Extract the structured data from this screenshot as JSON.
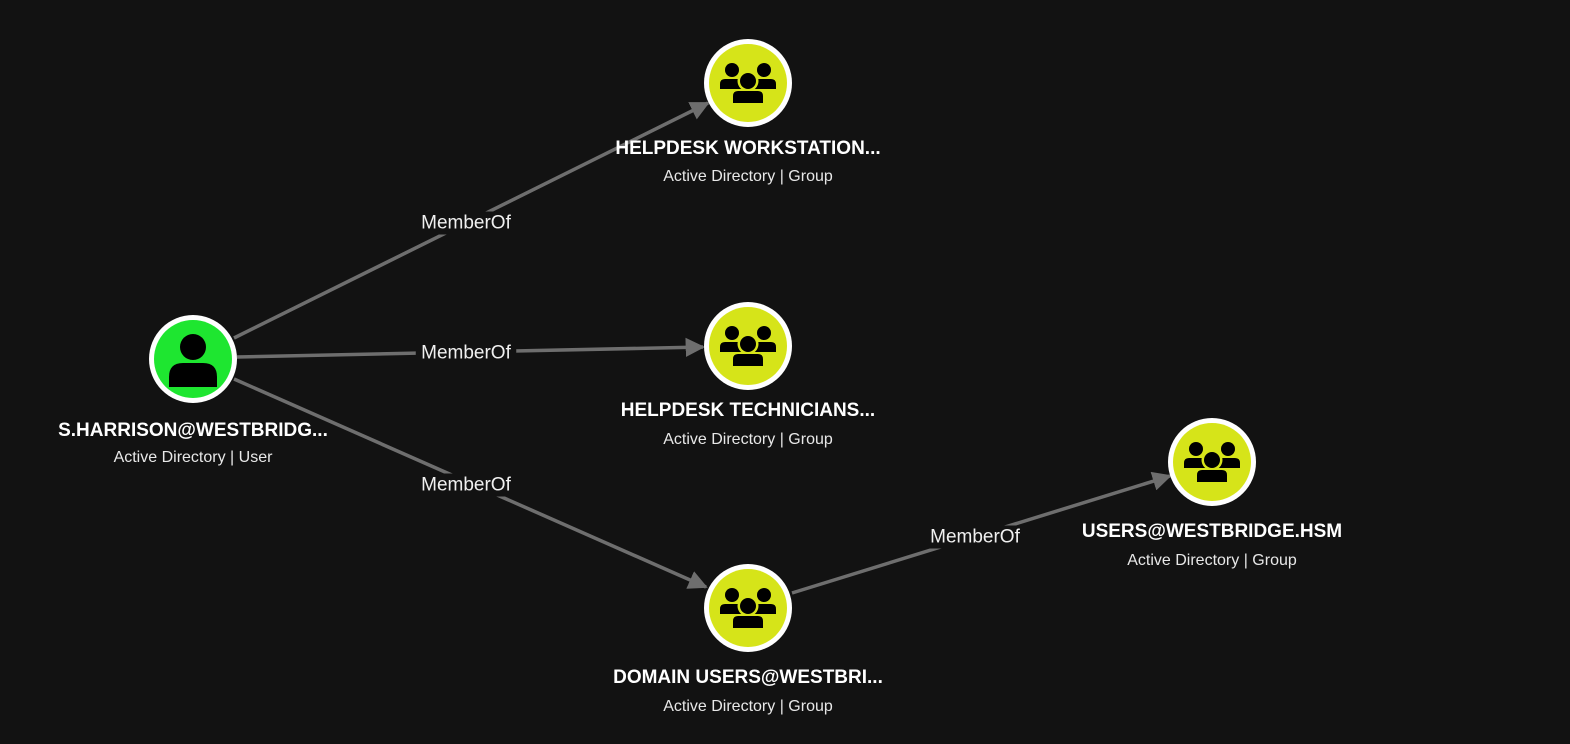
{
  "graph": {
    "colors": {
      "background": "#121212",
      "edge": "#6e6e6e",
      "user_node": "#1ee630",
      "group_node": "#d6e419",
      "icon": "#000000",
      "ring": "#ffffff"
    },
    "nodes": [
      {
        "id": "user",
        "kind": "user",
        "icon": "user-icon",
        "name": "S.HARRISON@WESTBRIDG...",
        "subtitle": "Active Directory | User"
      },
      {
        "id": "g1",
        "kind": "group",
        "icon": "group-icon",
        "name": "HELPDESK WORKSTATION...",
        "subtitle": "Active Directory | Group"
      },
      {
        "id": "g2",
        "kind": "group",
        "icon": "group-icon",
        "name": "HELPDESK TECHNICIANS...",
        "subtitle": "Active Directory | Group"
      },
      {
        "id": "g3",
        "kind": "group",
        "icon": "group-icon",
        "name": "DOMAIN USERS@WESTBRI...",
        "subtitle": "Active Directory | Group"
      },
      {
        "id": "g4",
        "kind": "group",
        "icon": "group-icon",
        "name": "USERS@WESTBRIDGE.HSM",
        "subtitle": "Active Directory | Group"
      }
    ],
    "edges": [
      {
        "id": "e1",
        "from": "user",
        "to": "g1",
        "label": "MemberOf"
      },
      {
        "id": "e2",
        "from": "user",
        "to": "g2",
        "label": "MemberOf"
      },
      {
        "id": "e3",
        "from": "user",
        "to": "g3",
        "label": "MemberOf"
      },
      {
        "id": "e4",
        "from": "g3",
        "to": "g4",
        "label": "MemberOf"
      }
    ]
  }
}
